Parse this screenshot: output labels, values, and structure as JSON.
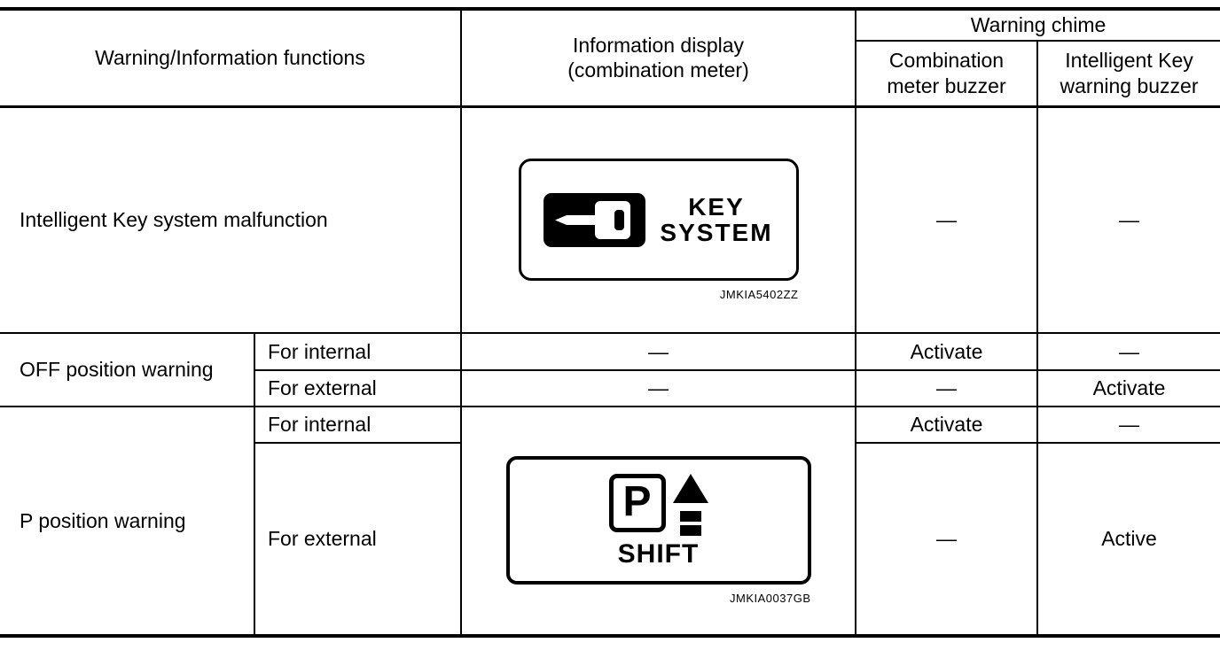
{
  "header": {
    "functions": "Warning/Information functions",
    "information_display": "Information display\n(combination meter)",
    "warning_chime": "Warning chime",
    "combination_meter_buzzer": "Combination\nmeter buzzer",
    "intelligent_key_warning_buzzer": "Intelligent Key\nwarning buzzer"
  },
  "rows": {
    "ik_malfunction": {
      "label": "Intelligent Key system malfunction",
      "indicator": {
        "icon": "key-icon",
        "line1": "KEY",
        "line2": "SYSTEM",
        "caption": "JMKIA5402ZZ"
      },
      "combination_meter_buzzer": "—",
      "intelligent_key_warning_buzzer": "—"
    },
    "off_position": {
      "label": "OFF position warning",
      "internal": {
        "label": "For internal",
        "display": "—",
        "combination_meter_buzzer": "Activate",
        "intelligent_key_warning_buzzer": "—"
      },
      "external": {
        "label": "For external",
        "display": "—",
        "combination_meter_buzzer": "—",
        "intelligent_key_warning_buzzer": "Activate"
      }
    },
    "p_position": {
      "label": "P position warning",
      "internal": {
        "label": "For internal",
        "combination_meter_buzzer": "Activate",
        "intelligent_key_warning_buzzer": "—"
      },
      "external": {
        "label": "For external",
        "combination_meter_buzzer": "—",
        "intelligent_key_warning_buzzer": "Active"
      },
      "indicator": {
        "icon": "parking-shift-icon",
        "p_letter": "P",
        "shift_label": "SHIFT",
        "caption": "JMKIA0037GB"
      }
    }
  },
  "colors": {
    "ink": "#000000",
    "paper": "#ffffff"
  }
}
